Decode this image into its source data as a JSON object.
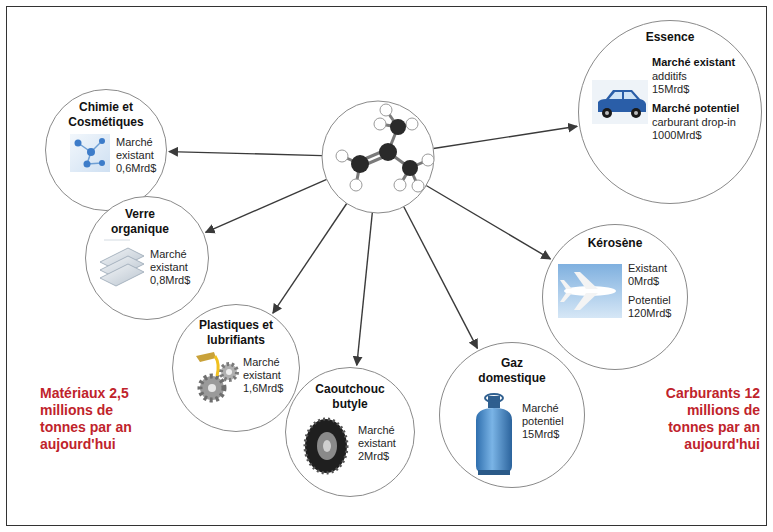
{
  "diagram": {
    "nodes": [
      {
        "text": [
          "Chimie et Cosmétiques",
          "Marché existant 0,6Mrd$"
        ]
      },
      {
        "text": [
          "Verre organique",
          "Marché existant 0,8Mrd$"
        ]
      },
      {
        "text": [
          "Plastiques et lubrifiants",
          "Marché existant 1,6Mrd$"
        ]
      },
      {
        "text": [
          "Caoutchouc butyle",
          "Marché existant 2Mrd$"
        ]
      },
      {
        "text": [
          "Gaz domestique",
          "Marché potentiel 15Mrd$"
        ]
      },
      {
        "text": [
          "Kérosène",
          "Existant 0Mrd$",
          "Potentiel 120Mrd$"
        ]
      },
      {
        "text": [
          "Essence",
          "Marché existant",
          "additifs 15Mrd$",
          "Marché potentiel",
          "carburant drop-in 1000Mrd$"
        ]
      }
    ],
    "labels": [
      "Matériaux 2,5 millions de tonnes par an aujourd'hui",
      "Carburants 12 millions de tonnes par an aujourd'hui"
    ]
  }
}
